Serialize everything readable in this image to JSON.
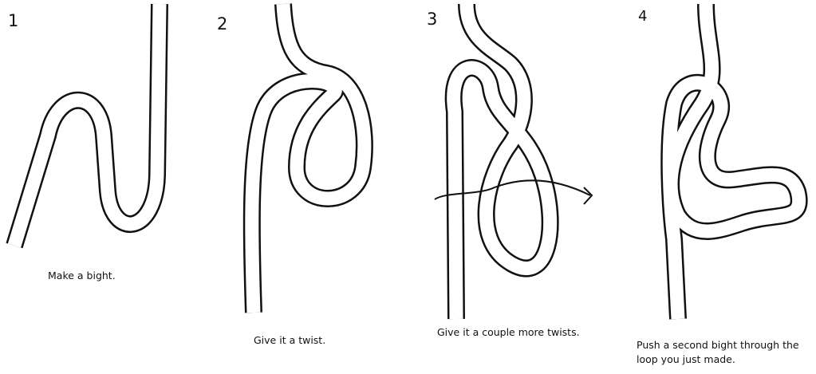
{
  "steps": [
    {
      "number": "1",
      "caption": "Make a bight."
    },
    {
      "number": "2",
      "caption": "Give it a twist."
    },
    {
      "number": "3",
      "caption": "Give it a couple more twists."
    },
    {
      "number": "4",
      "caption": "Push a second bight through the loop you just made."
    }
  ]
}
